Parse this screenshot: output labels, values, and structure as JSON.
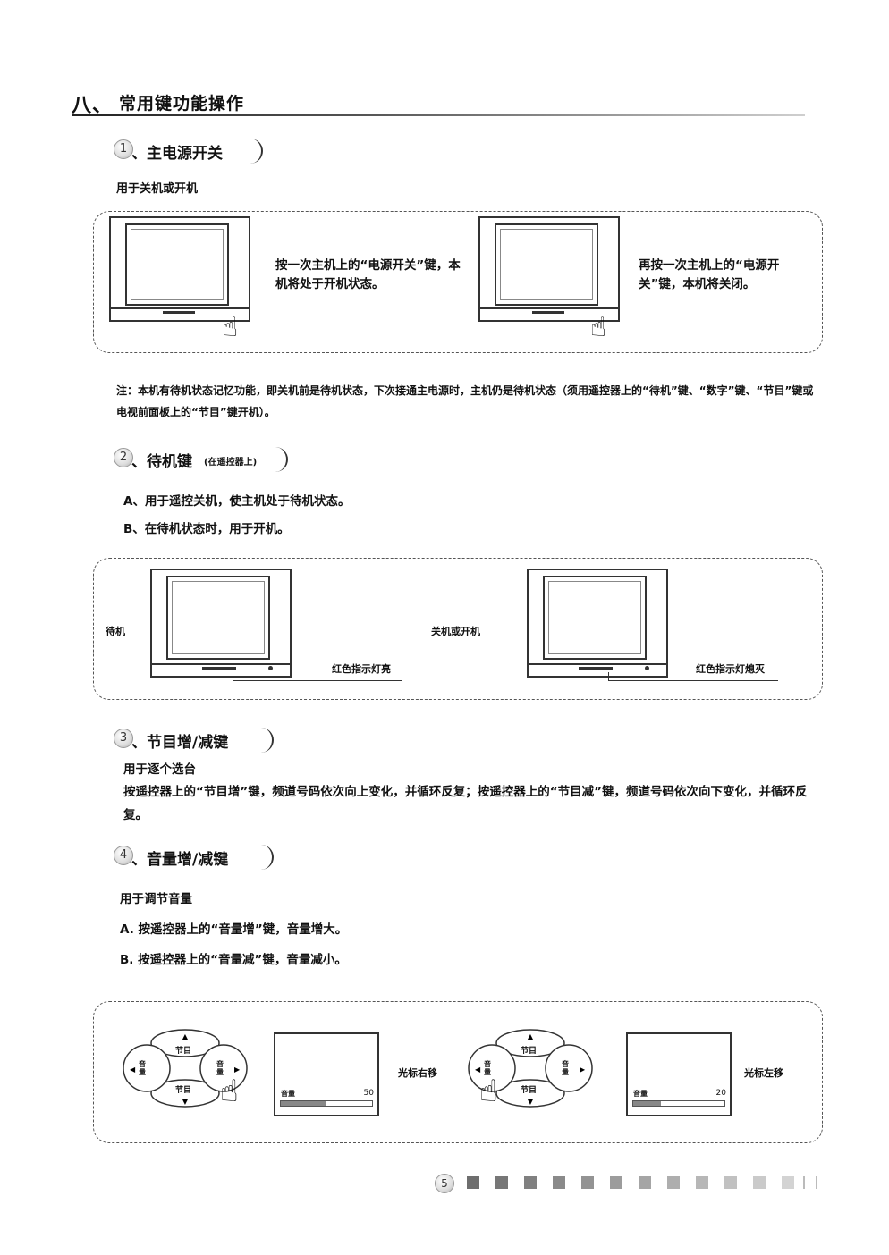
{
  "chapter": {
    "number": "八、",
    "title": "常用键功能操作"
  },
  "sections": [
    {
      "num": "1",
      "title": "、主电源开关",
      "subtitle": "用于关机或开机",
      "panel": {
        "left_text": "按一次主机上的“电源开关”键，本机将处于开机状态。",
        "right_text": "再按一次主机上的“电源开关”键，本机将关闭。"
      },
      "note": "注：本机有待机状态记忆功能，即关机前是待机状态，下次接通主电源时，主机仍是待机状态（须用遥控器上的“待机”键、“数字”键、“节目”键或电视前面板上的“节目”键开机）。"
    },
    {
      "num": "2",
      "title": "、待机键",
      "title_suffix": "(在遥控器上)",
      "lines": [
        "A、用于遥控关机，使主机处于待机状态。",
        "B、在待机状态时，用于开机。"
      ],
      "panel": {
        "left_label": "待机",
        "left_caption": "红色指示灯亮",
        "right_label": "关机或开机",
        "right_caption": "红色指示灯熄灭"
      }
    },
    {
      "num": "3",
      "title": "、节目增/减键",
      "subtitle": "用于逐个选台",
      "body": "按遥控器上的“节目增”键，频道号码依次向上变化，并循环反复；按遥控器上的“节目减”键，频道号码依次向下变化，并循环反复。"
    },
    {
      "num": "4",
      "title": "、音量增/减键",
      "subtitle": "用于调节音量",
      "lines": [
        "A. 按遥控器上的“音量增”键，音量增大。",
        "B. 按遥控器上的“音量减”键，音量减小。"
      ],
      "panel": {
        "pad_up": "节目",
        "pad_down": "节目",
        "pad_left": "音量",
        "pad_right": "音量",
        "osd_label": "音量",
        "left_value": "50",
        "left_level": 0.5,
        "left_caption": "光标右移",
        "right_value": "20",
        "right_level": 0.3,
        "right_caption": "光标左移"
      }
    }
  ],
  "page": {
    "number": "5"
  }
}
